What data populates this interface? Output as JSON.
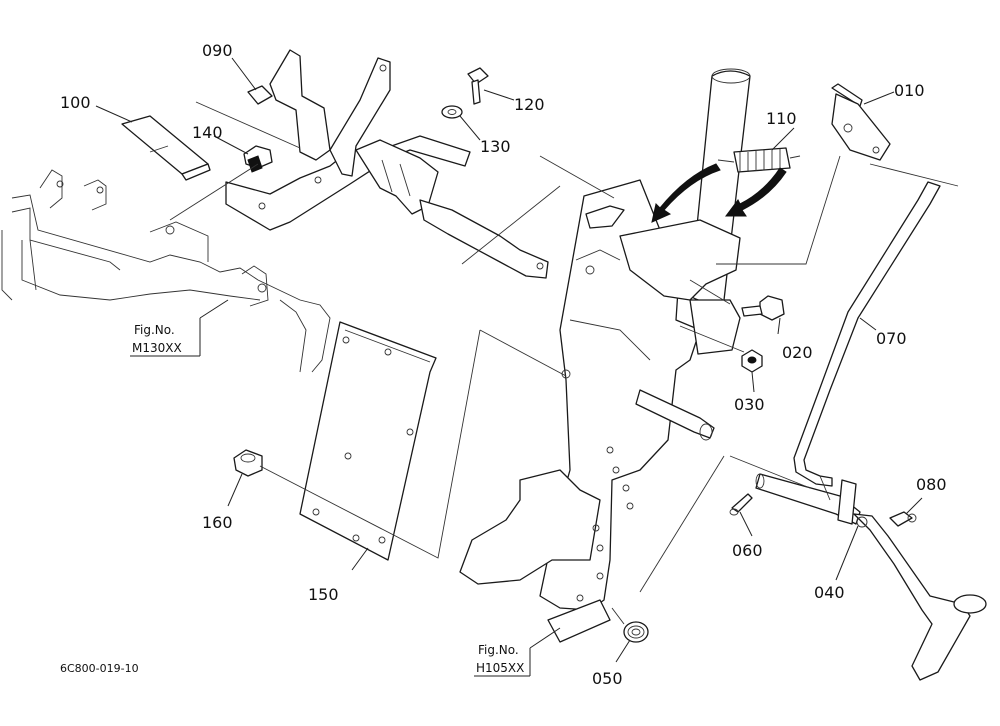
{
  "callouts": {
    "p010": "010",
    "p020": "020",
    "p030": "030",
    "p040": "040",
    "p050": "050",
    "p060": "060",
    "p070": "070",
    "p080": "080",
    "p090": "090",
    "p100": "100",
    "p110": "110",
    "p120": "120",
    "p130": "130",
    "p140": "140",
    "p150": "150",
    "p160": "160"
  },
  "references": {
    "m130": {
      "label": "Fig.No.",
      "code": "M130XX"
    },
    "h105": {
      "label": "Fig.No.",
      "code": "H105XX"
    }
  },
  "drawing_code": "6C800-019-10"
}
